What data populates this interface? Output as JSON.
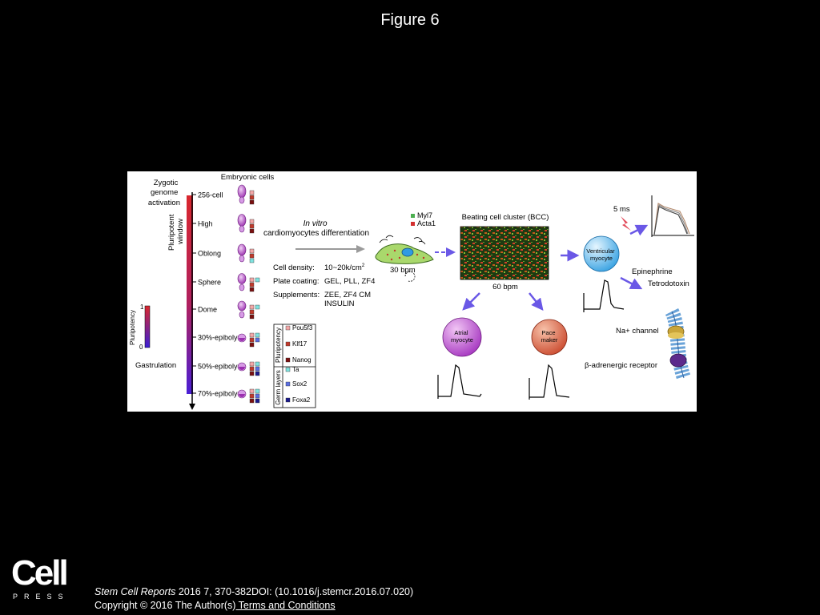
{
  "slide_title": "Figure 6",
  "figure": {
    "zga_lines": [
      "Zygotic",
      "genome",
      "activation"
    ],
    "pluripotent_window": [
      "Pluripotent",
      "window"
    ],
    "embryonic_cells": "Embryonic cells",
    "stages": [
      "256-cell",
      "High",
      "Oblong",
      "Sphere",
      "Dome",
      "30%-epiboly",
      "50%-epiboly",
      "70%-epiboly"
    ],
    "gastrulation": "Gastrulation",
    "pluripotency_scale": {
      "label": "Pluripotency",
      "max": "1",
      "min": "0"
    },
    "legend": {
      "pluripotency_group": "Pluripotency",
      "germ_group": "Germ layers",
      "items": [
        {
          "label": "Pou5f3",
          "color": "#f4a7a7"
        },
        {
          "label": "Klf17",
          "color": "#c0392b"
        },
        {
          "label": "Nanog",
          "color": "#7a1010"
        },
        {
          "label": "Ta",
          "color": "#7fe3e0"
        },
        {
          "label": "Sox2",
          "color": "#5b6ee1"
        },
        {
          "label": "Foxa2",
          "color": "#1a1a8c"
        }
      ]
    },
    "in_vitro_title": [
      "In vitro",
      "cardiomyocytes differentiation"
    ],
    "conditions": [
      {
        "label": "Cell density:",
        "value": "10~20k/cm2"
      },
      {
        "label": "Plate coating:",
        "value": "GEL, PLL, ZF4"
      },
      {
        "label": "Supplements:",
        "value": "ZEE, ZF4 CM",
        "value2": "INSULIN"
      }
    ],
    "markers": [
      {
        "label": "Myl7",
        "color": "#4caf50"
      },
      {
        "label": "Acta1",
        "color": "#d32f2f"
      }
    ],
    "cell_bpm": "30 bpm",
    "bcc_title": "Beating cell cluster (BCC)",
    "bcc_bpm": "60 bpm",
    "ventricular": [
      "Ventricular",
      "myocyte"
    ],
    "atrial": [
      "Atrial",
      "myocyte"
    ],
    "pacemaker": [
      "Pace",
      "maker"
    ],
    "stim": "5 ms",
    "epinephrine": "Epinephrine",
    "tetrodotoxin": "Tetrodotoxin",
    "na_channel": "Na+ channel",
    "beta_receptor": "β-adrenergic receptor"
  },
  "footer": {
    "logo_word": "Cell",
    "logo_press": "PRESS",
    "journal": "Stem Cell Reports",
    "citation_rest": " 2016 7, 370-382DOI: (10.1016/j.stemcr.2016.07.020)",
    "copyright": "Copyright © 2016 The Author(s)",
    "terms": " Terms and Conditions"
  }
}
